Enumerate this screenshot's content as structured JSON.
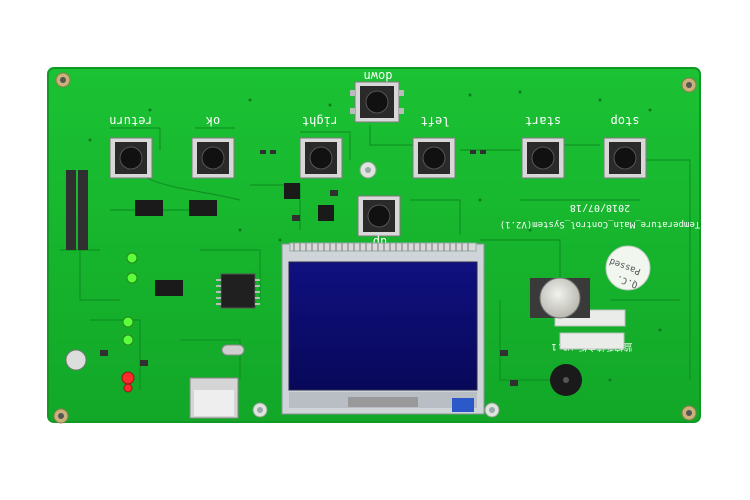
{
  "labels": {
    "down": "down",
    "return": "return",
    "ok": "ok",
    "right": "right",
    "left": "left",
    "start": "start",
    "stop": "stop",
    "up": "up",
    "date": "2018/07/18",
    "board_title": "Temperature_Main_Control_System(V2.1)",
    "qc_line1": "Q.C.",
    "qc_line2": "Passed",
    "bottom_note": "监控系统主板 V2.1"
  },
  "colors": {
    "board": "#17b52e",
    "board_edge": "#0f9a24",
    "lcd_frame": "#d9dde0",
    "lcd_screen": "#0c0b6b",
    "button_body": "#2a2a2a",
    "led_green": "#5bff3a",
    "led_red": "#ff2a2a"
  },
  "buttons": [
    {
      "key": "down",
      "icon": "tactile-switch-icon"
    },
    {
      "key": "return",
      "icon": "tactile-switch-icon"
    },
    {
      "key": "ok",
      "icon": "tactile-switch-icon"
    },
    {
      "key": "right",
      "icon": "tactile-switch-icon"
    },
    {
      "key": "left",
      "icon": "tactile-switch-icon"
    },
    {
      "key": "start",
      "icon": "tactile-switch-icon"
    },
    {
      "key": "stop",
      "icon": "tactile-switch-icon"
    },
    {
      "key": "up",
      "icon": "tactile-switch-icon"
    }
  ]
}
